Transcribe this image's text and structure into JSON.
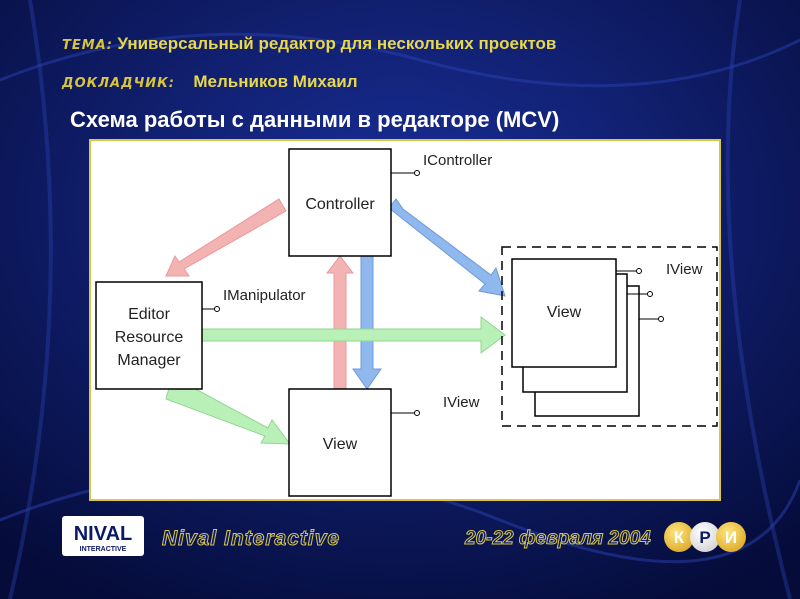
{
  "header": {
    "topic_label": "Тема:",
    "topic": "Универсальный редактор для нескольких проектов",
    "speaker_label": "Докладчик:",
    "speaker": "Мельников Михаил"
  },
  "title": "Схема работы с данными в редакторе (MCV)",
  "diagram": {
    "controller": "Controller",
    "icontroller": "IController",
    "editor_lines": [
      "Editor",
      "Resource",
      "Manager"
    ],
    "imanipulator": "IManipulator",
    "view_bottom": "View",
    "iview_bottom": "IView",
    "view_stack": "View",
    "iview_stack": "IView"
  },
  "footer": {
    "logo_top": "NIVAL",
    "logo_bottom": "INTERACTIVE",
    "brand": "Nival Interactive",
    "date": "20-22 февраля 2004",
    "kri_letters": [
      "К",
      "Р",
      "И"
    ]
  },
  "colors": {
    "background": "#0b1a66",
    "accent": "#d9c64a",
    "arrow_red": "#f4b3b3",
    "arrow_blue": "#8fb8ee",
    "arrow_green": "#b8f0b8"
  }
}
